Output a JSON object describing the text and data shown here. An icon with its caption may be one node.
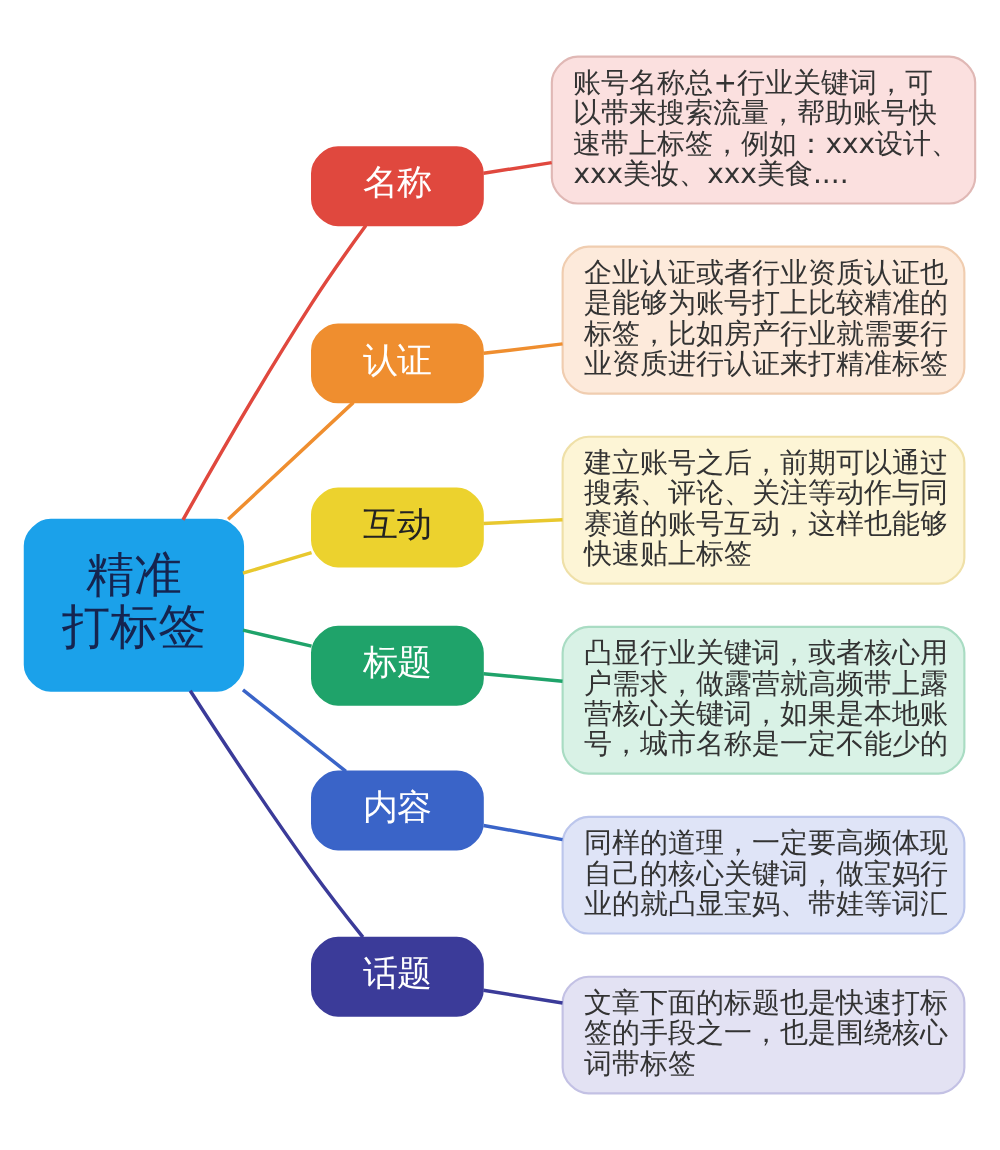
{
  "diagram": {
    "nodes": [
      {
        "text": [
          "精准打标签"
        ]
      },
      {
        "text": [
          "名称"
        ]
      },
      {
        "text": [
          "账号名称总+行业关键词，可以带来搜索流量，帮助账号快速带上标签，例如：xxx设计、xxx美妆、xxx美食...."
        ]
      },
      {
        "text": [
          "认证"
        ]
      },
      {
        "text": [
          "企业认证或者行业资质认证也是能够为账号打上比较精准的标签，比如房产行业就需要行业资质进行认证来打精准标签"
        ]
      },
      {
        "text": [
          "互动"
        ]
      },
      {
        "text": [
          "建立账号之后，前期可以通过搜索、评论、关注等动作与同赛道的账号互动，这样也能够快速贴上标签"
        ]
      },
      {
        "text": [
          "标题"
        ]
      },
      {
        "text": [
          "凸显行业关键词，或者核心用户需求，做露营就高频带上露营核心关键词，如果是本地账号，城市名称是一定不能少的"
        ]
      },
      {
        "text": [
          "内容"
        ]
      },
      {
        "text": [
          "同样的道理，一定要高频体现自己的核心关键词，做宝妈行业的就凸显宝妈、带娃等词汇"
        ]
      },
      {
        "text": [
          "话题"
        ]
      },
      {
        "text": [
          "文章下面的标题也是快速打标签的手段之一，也是围绕核心词带标签"
        ]
      }
    ],
    "edges": [
      {
        "from": 0,
        "to": 1,
        "arrow": "none",
        "color": "#e0483e"
      },
      {
        "from": 1,
        "to": 2,
        "arrow": "none",
        "color": "#e0483e"
      },
      {
        "from": 0,
        "to": 3,
        "arrow": "none",
        "color": "#ef8e2f"
      },
      {
        "from": 3,
        "to": 4,
        "arrow": "none",
        "color": "#ef8e2f"
      },
      {
        "from": 0,
        "to": 5,
        "arrow": "none",
        "color": "#e8c82e"
      },
      {
        "from": 5,
        "to": 6,
        "arrow": "none",
        "color": "#e8c82e"
      },
      {
        "from": 0,
        "to": 7,
        "arrow": "none",
        "color": "#1fa36a"
      },
      {
        "from": 7,
        "to": 8,
        "arrow": "none",
        "color": "#1fa36a"
      },
      {
        "from": 0,
        "to": 9,
        "arrow": "none",
        "color": "#3a64c8"
      },
      {
        "from": 9,
        "to": 10,
        "arrow": "none",
        "color": "#3a64c8"
      },
      {
        "from": 0,
        "to": 11,
        "arrow": "none",
        "color": "#3b3b99"
      },
      {
        "from": 11,
        "to": 12,
        "arrow": "none",
        "color": "#3b3b99"
      }
    ]
  }
}
